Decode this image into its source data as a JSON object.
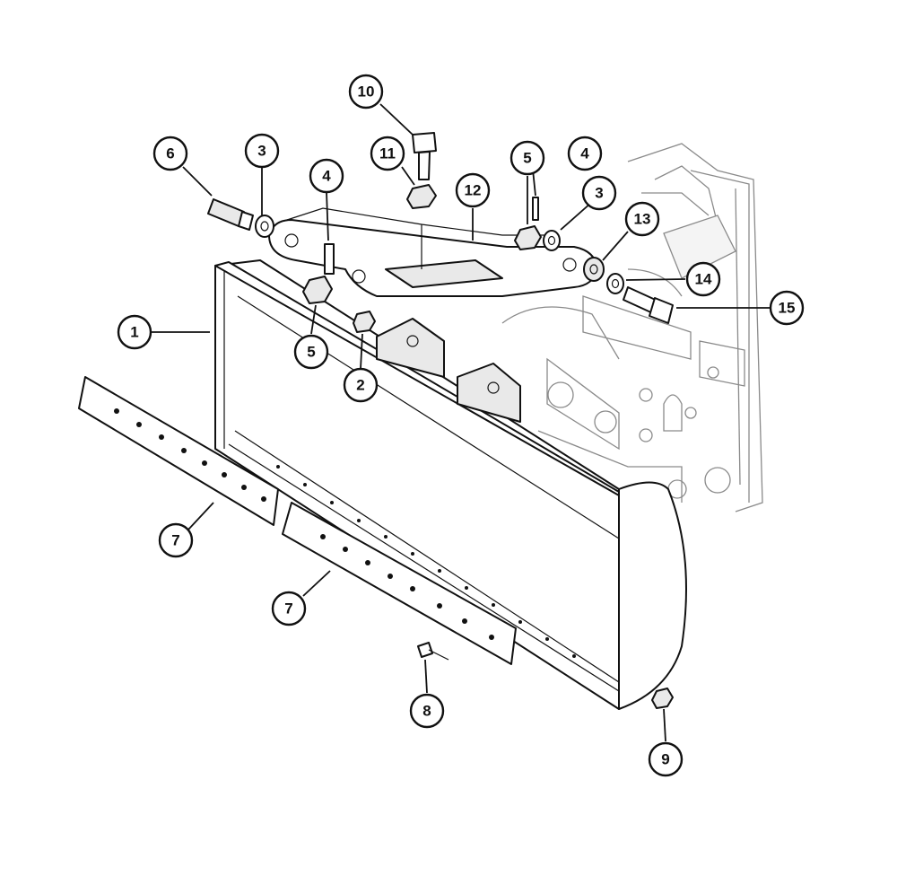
{
  "diagram": {
    "accent_color": "#111111",
    "callouts": [
      {
        "id": "c1",
        "label": "1"
      },
      {
        "id": "c2",
        "label": "2"
      },
      {
        "id": "c3a",
        "label": "3"
      },
      {
        "id": "c3b",
        "label": "3"
      },
      {
        "id": "c4a",
        "label": "4"
      },
      {
        "id": "c4b",
        "label": "4"
      },
      {
        "id": "c5a",
        "label": "5"
      },
      {
        "id": "c5b",
        "label": "5"
      },
      {
        "id": "c6",
        "label": "6"
      },
      {
        "id": "c7a",
        "label": "7"
      },
      {
        "id": "c7b",
        "label": "7"
      },
      {
        "id": "c8",
        "label": "8"
      },
      {
        "id": "c9",
        "label": "9"
      },
      {
        "id": "c10",
        "label": "10"
      },
      {
        "id": "c11",
        "label": "11"
      },
      {
        "id": "c12",
        "label": "12"
      },
      {
        "id": "c13",
        "label": "13"
      },
      {
        "id": "c14",
        "label": "14"
      },
      {
        "id": "c15",
        "label": "15"
      }
    ]
  }
}
